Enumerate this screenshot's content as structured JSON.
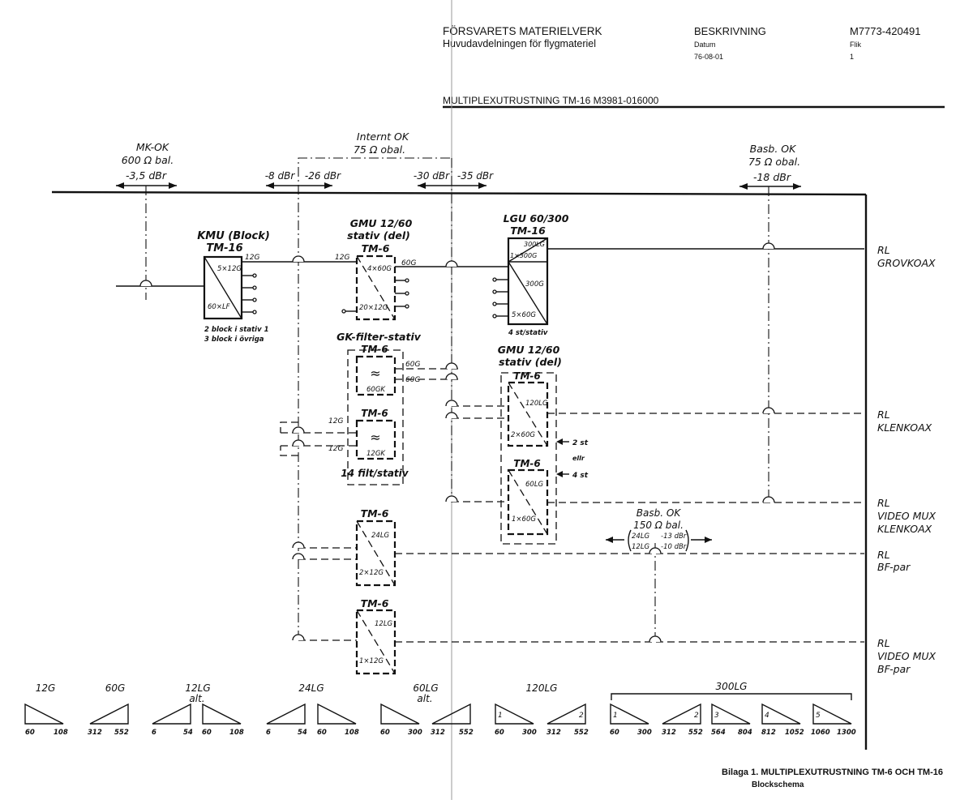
{
  "header": {
    "org": "FÖRSVARETS MATERIELVERK",
    "dept": "Huvudavdelningen för flygmateriel",
    "doctype": "BESKRIVNING",
    "datum_label": "Datum",
    "datum": "76-08-01",
    "docnum": "M7773-420491",
    "flik_label": "Flik",
    "flik": "1",
    "subject": "MULTIPLEXUTRUSTNING TM-16 M3981-016000"
  },
  "levels": {
    "mkok_1": "MK-OK",
    "mkok_2": "600 Ω bal.",
    "mkok_3": "-3,5 dBr",
    "internt_1": "Internt OK",
    "internt_2": "75 Ω obal.",
    "l8": "-8 dBr",
    "l26": "-26 dBr",
    "l30": "-30 dBr",
    "l35": "-35 dBr",
    "basb1_1": "Basb. OK",
    "basb1_2": "75 Ω obal.",
    "basb1_3": "-18 dBr",
    "basb2_1": "Basb. OK",
    "basb2_2": "150 Ω bal.",
    "basb2_24": "24LG",
    "basb2_12": "12LG",
    "basb2_13": "-13 dBr",
    "basb2_10": "-10 dBr"
  },
  "blocks": {
    "kmu_1": "KMU (Block)",
    "kmu_2": "TM-16",
    "kmu_in": "5×12G",
    "kmu_out": "60×LF",
    "kmu_note1": "2 block i stativ 1",
    "kmu_note2": "3 block i övriga",
    "sig_12g": "12G",
    "gmu1_1": "GMU 12/60",
    "gmu1_2": "stativ (del)",
    "gmu1_3": "TM-6",
    "gmu1_a": "4×60G",
    "gmu1_b": "20×12G",
    "sig_60g": "60G",
    "lgu_1": "LGU 60/300",
    "lgu_2": "TM-16",
    "lgu_a": "300LG",
    "lgu_b": "1×300G",
    "lgu_c": "300G",
    "lgu_d": "5×60G",
    "lgu_note": "4 st/stativ",
    "gk_title": "GK-filter-stativ",
    "gk1_t": "TM-6",
    "gk1_l": "60GK",
    "gk2_t": "TM-6",
    "gk2_l": "12GK",
    "gk_note": "14 filt/stativ",
    "gmu2_1": "GMU 12/60",
    "gmu2_2": "stativ (del)",
    "gmu2_3": "TM-6",
    "gmu2_a": "120LG",
    "gmu2_b": "2×60G",
    "gmu2_c": "TM-6",
    "gmu2_d": "60LG",
    "gmu2_e": "1×60G",
    "st2": "2 st",
    "ellr": "ellr",
    "st4": "4 st",
    "tm6a_t": "TM-6",
    "tm6a_a": "24LG",
    "tm6a_b": "2×12G",
    "tm6b_t": "TM-6",
    "tm6b_a": "12LG",
    "tm6b_b": "1×12G"
  },
  "outputs": {
    "o1_1": "RL",
    "o1_2": "GROVKOAX",
    "o2_1": "RL",
    "o2_2": "KLENKOAX",
    "o3_1": "RL",
    "o3_2": "VIDEO MUX",
    "o3_3": "KLENKOAX",
    "o4_1": "RL",
    "o4_2": "BF-par",
    "o5_1": "RL",
    "o5_2": "VIDEO MUX",
    "o5_3": "BF-par"
  },
  "spectra": {
    "s12g": "12G",
    "s60g": "60G",
    "s12lg": "12LG",
    "s12lg_alt": "alt.",
    "s24lg": "24LG",
    "s60lg": "60LG",
    "s60lg_alt": "alt.",
    "s120lg": "120LG",
    "s300lg": "300LG",
    "f60": "60",
    "f108": "108",
    "f312": "312",
    "f552": "552",
    "f6a": "6",
    "f54a": "54",
    "f60b": "60",
    "f108b": "108",
    "f6b": "6",
    "f54b": "54",
    "f60c": "60",
    "f108c": "108",
    "f60d": "60",
    "f300a": "300",
    "f312b": "312",
    "f552b": "552",
    "f60e": "60",
    "f300b": "300",
    "f312c": "312",
    "f552c": "552",
    "f60f": "60",
    "f300c": "300",
    "f312d": "312",
    "f552d": "552",
    "f564": "564",
    "f804": "804",
    "f812": "812",
    "f1052": "1052",
    "f1060": "1060",
    "f1300": "1300",
    "n1a": "1",
    "n2a": "2",
    "n1b": "1",
    "n2b": "2",
    "n3": "3",
    "n4": "4",
    "n5": "5"
  },
  "footer": {
    "caption": "Bilaga 1. MULTIPLEXUTRUSTNING TM-6 OCH TM-16",
    "sub": "Blockschema"
  }
}
